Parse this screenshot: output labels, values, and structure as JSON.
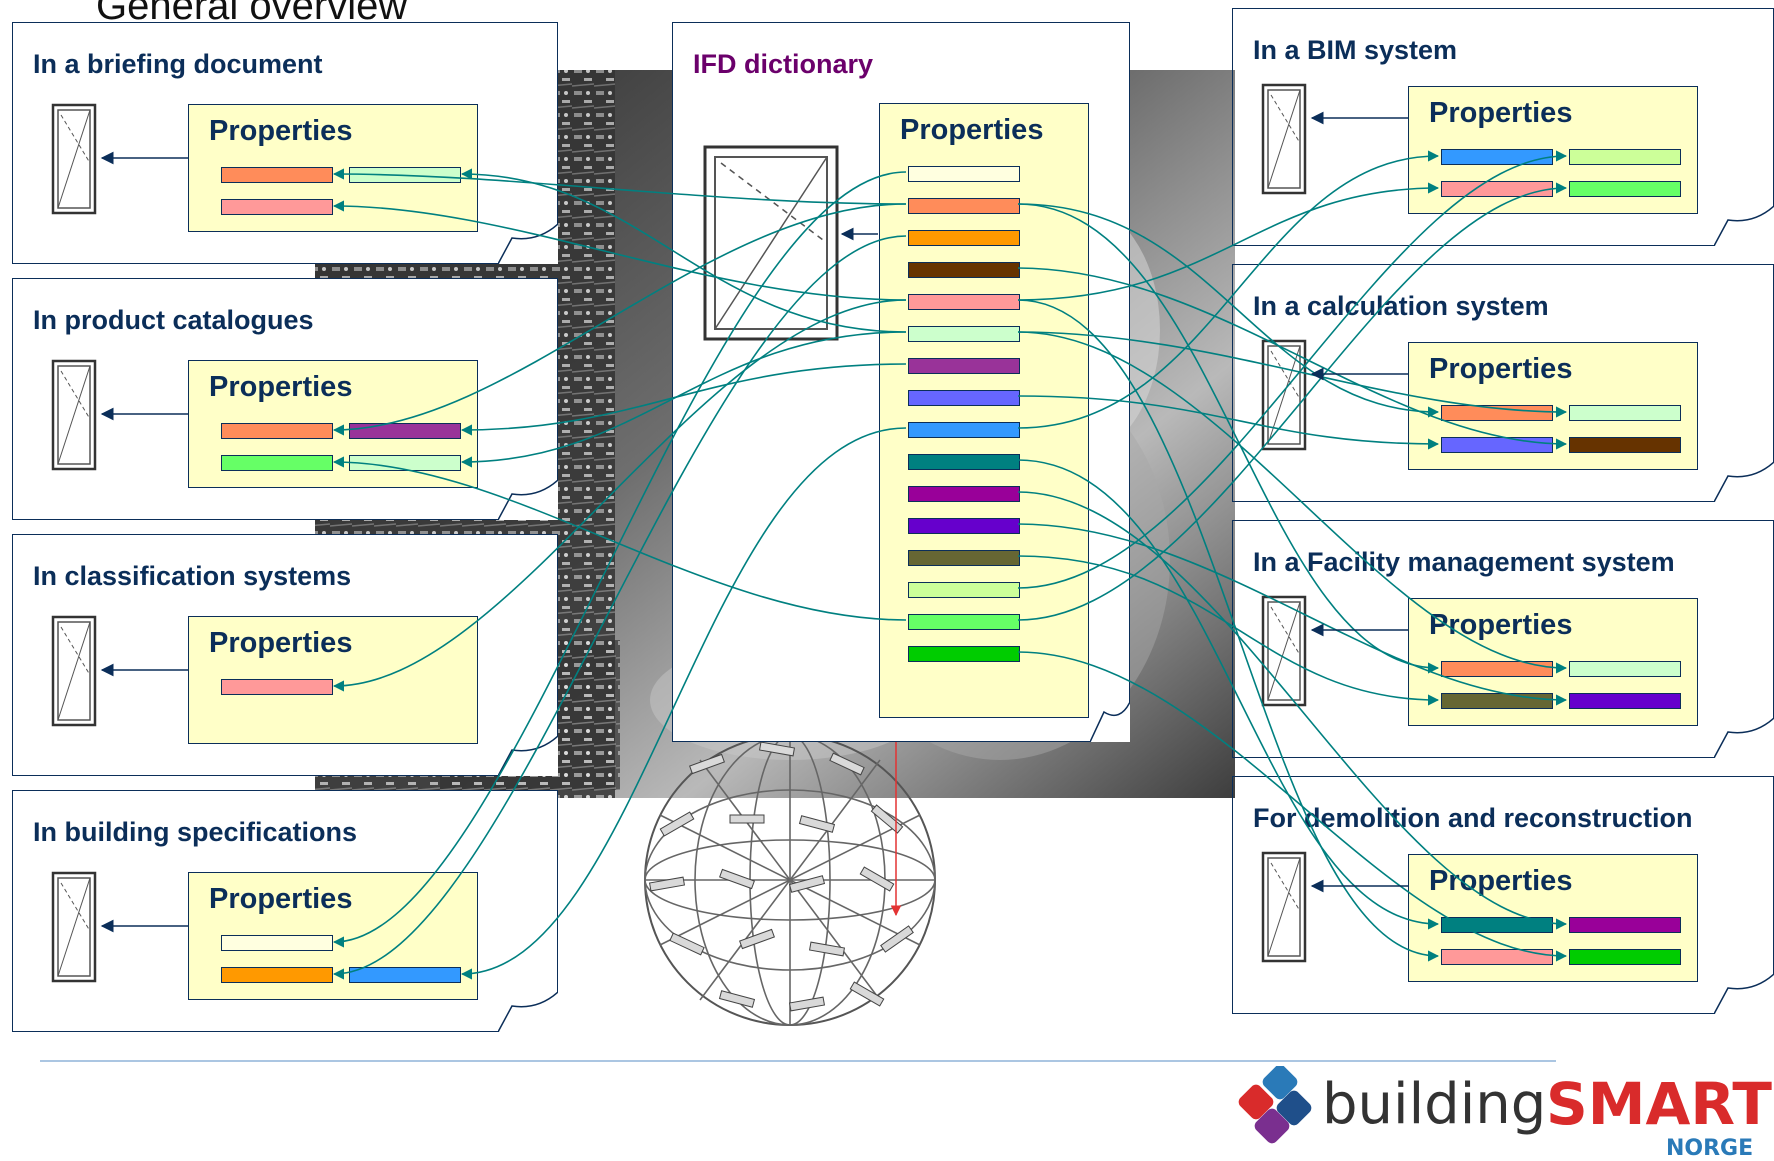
{
  "slide_title": "General overview",
  "ifd": {
    "title": "IFD dictionary",
    "properties_label": "Properties",
    "bars": [
      "#ffffe0",
      "#ff8c5a",
      "#ff9900",
      "#663300",
      "#ff9999",
      "#ccffcc",
      "#993399",
      "#6666ff",
      "#3399ff",
      "#008080",
      "#990099",
      "#6600cc",
      "#666633",
      "#ccff99",
      "#66ff66",
      "#00cc00"
    ]
  },
  "left_docs": [
    {
      "title": "In a briefing document",
      "properties_label": "Properties",
      "rows": [
        [
          "#ff8c5a",
          "#ccffcc"
        ],
        [
          "#ff9999",
          null
        ]
      ]
    },
    {
      "title": "In product catalogues",
      "properties_label": "Properties",
      "rows": [
        [
          "#ff8c5a",
          "#993399"
        ],
        [
          "#66ff66",
          "#ccffcc"
        ]
      ]
    },
    {
      "title": "In classification systems",
      "properties_label": "Properties",
      "rows": [
        [
          "#ff9999",
          null
        ]
      ]
    },
    {
      "title": "In building specifications",
      "properties_label": "Properties",
      "rows": [
        [
          "#ffffe0",
          null
        ],
        [
          "#ff9900",
          "#3399ff"
        ]
      ]
    }
  ],
  "right_docs": [
    {
      "title": "In a BIM system",
      "properties_label": "Properties",
      "rows": [
        [
          "#3399ff",
          "#ccff99"
        ],
        [
          "#ff9999",
          "#66ff66"
        ]
      ]
    },
    {
      "title": "In a calculation system",
      "properties_label": "Properties",
      "rows": [
        [
          "#ff8c5a",
          "#ccffcc"
        ],
        [
          "#6666ff",
          "#663300"
        ]
      ]
    },
    {
      "title": "In a Facility management system",
      "properties_label": "Properties",
      "rows": [
        [
          "#ff8c5a",
          "#ccffcc"
        ],
        [
          "#666633",
          "#6600cc"
        ]
      ]
    },
    {
      "title": "For demolition and reconstruction",
      "properties_label": "Properties",
      "rows": [
        [
          "#008080",
          "#990099"
        ],
        [
          "#ff9999",
          "#00cc00"
        ]
      ]
    }
  ],
  "logo": {
    "word_light": "building",
    "word_bold": "SMART",
    "sub": "NORGE"
  },
  "colors": {
    "connector": "#008080",
    "arrow_dark": "#0b2e59",
    "ifd_link": "#e33333",
    "bg_photo": "#555555"
  }
}
